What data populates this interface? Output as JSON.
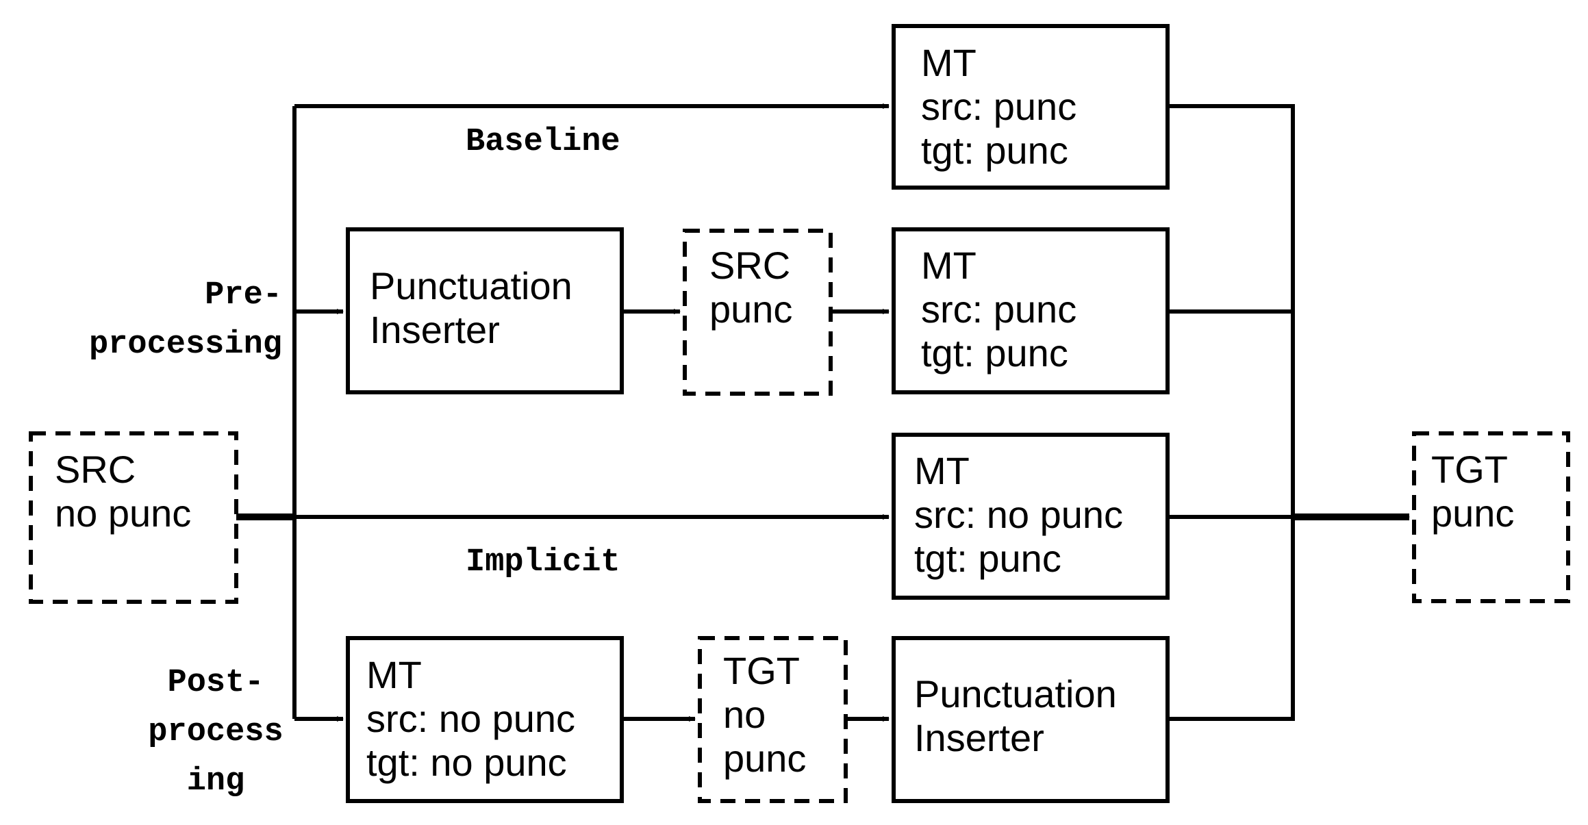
{
  "nodes": {
    "src_input": {
      "lines": [
        "SRC",
        "no punc"
      ]
    },
    "mt_baseline": {
      "lines": [
        "MT",
        "src: punc",
        "tgt: punc"
      ]
    },
    "punc_inserter_pre": {
      "lines": [
        "Punctuation",
        "Inserter"
      ]
    },
    "src_punc": {
      "lines": [
        "SRC",
        "punc"
      ]
    },
    "mt_pre": {
      "lines": [
        "MT",
        "src: punc",
        "tgt: punc"
      ]
    },
    "mt_implicit": {
      "lines": [
        "MT",
        "src: no punc",
        "tgt: punc"
      ]
    },
    "mt_post": {
      "lines": [
        "MT",
        "src: no punc",
        "tgt: no punc"
      ]
    },
    "tgt_no_punc": {
      "lines": [
        "TGT",
        "no",
        "punc"
      ]
    },
    "punc_inserter_post": {
      "lines": [
        "Punctuation",
        "Inserter"
      ]
    },
    "tgt_output": {
      "lines": [
        "TGT",
        "punc"
      ]
    }
  },
  "labels": {
    "baseline": "Baseline",
    "preprocessing": [
      "Pre-",
      "processing"
    ],
    "implicit": "Implicit",
    "postprocessing": [
      "Post-",
      "process",
      "ing"
    ]
  }
}
